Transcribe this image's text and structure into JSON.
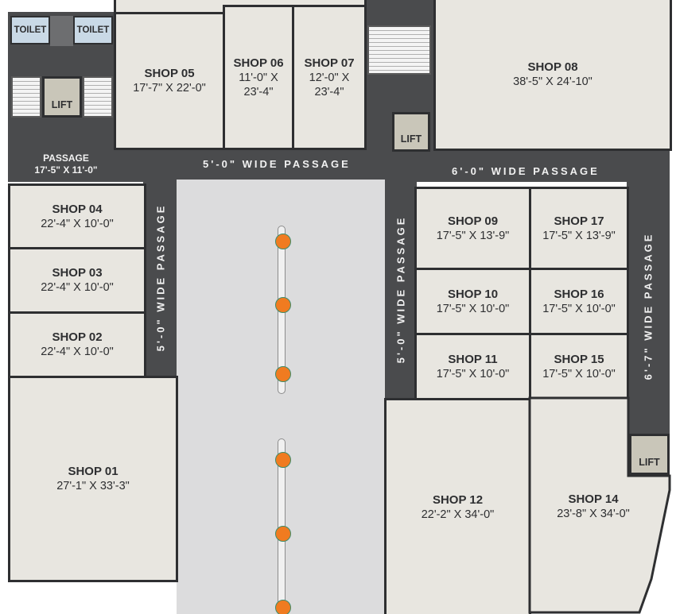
{
  "shops": [
    {
      "name": "SHOP 01",
      "dims": "27'-1\" X 33'-3\""
    },
    {
      "name": "SHOP 02",
      "dims": "22'-4\" X 10'-0\""
    },
    {
      "name": "SHOP 03",
      "dims": "22'-4\" X 10'-0\""
    },
    {
      "name": "SHOP 04",
      "dims": "22'-4\" X 10'-0\""
    },
    {
      "name": "SHOP 05",
      "dims": "17'-7\" X 22'-0\""
    },
    {
      "name": "SHOP 06",
      "dims": "11'-0\" X 23'-4\""
    },
    {
      "name": "SHOP 07",
      "dims": "12'-0\" X 23'-4\""
    },
    {
      "name": "SHOP 08",
      "dims": "38'-5\" X 24'-10\""
    },
    {
      "name": "SHOP 09",
      "dims": "17'-5\" X 13'-9\""
    },
    {
      "name": "SHOP 10",
      "dims": "17'-5\" X 10'-0\""
    },
    {
      "name": "SHOP 11",
      "dims": "17'-5\" X 10'-0\""
    },
    {
      "name": "SHOP 12",
      "dims": "22'-2\" X 34'-0\""
    },
    {
      "name": "SHOP 14",
      "dims": "23'-8\" X 34'-0\""
    },
    {
      "name": "SHOP 15",
      "dims": "17'-5\" X 10'-0\""
    },
    {
      "name": "SHOP 16",
      "dims": "17'-5\" X 10'-0\""
    },
    {
      "name": "SHOP 17",
      "dims": "17'-5\" X 13'-9\""
    }
  ],
  "passages": {
    "top_left": "5'-0\" WIDE PASSAGE",
    "top_right": "6'-0\" WIDE PASSAGE",
    "left_vertical": "5'-0\" WIDE PASSAGE",
    "middle_vertical": "5'-0\" WIDE PASSAGE",
    "right_vertical": "6'-7\" WIDE PASSAGE"
  },
  "passage_room": {
    "name": "PASSAGE",
    "dims": "17'-5\" X 11'-0\""
  },
  "facilities": {
    "toilet_left": "TOILET",
    "toilet_right": "TOILET",
    "lift_left": "LIFT",
    "lift_top_right": "LIFT",
    "lift_bottom_right": "LIFT"
  },
  "icons": {
    "planter": "planter-icon",
    "stairs": "staircase-icon"
  },
  "colors": {
    "corridor": "#4a4b4d",
    "shop": "#e8e6e0",
    "atrium": "#dcdcdd",
    "planter": "#f07b20",
    "toilet": "#c9d9e6",
    "lift": "#c9c6b9"
  }
}
